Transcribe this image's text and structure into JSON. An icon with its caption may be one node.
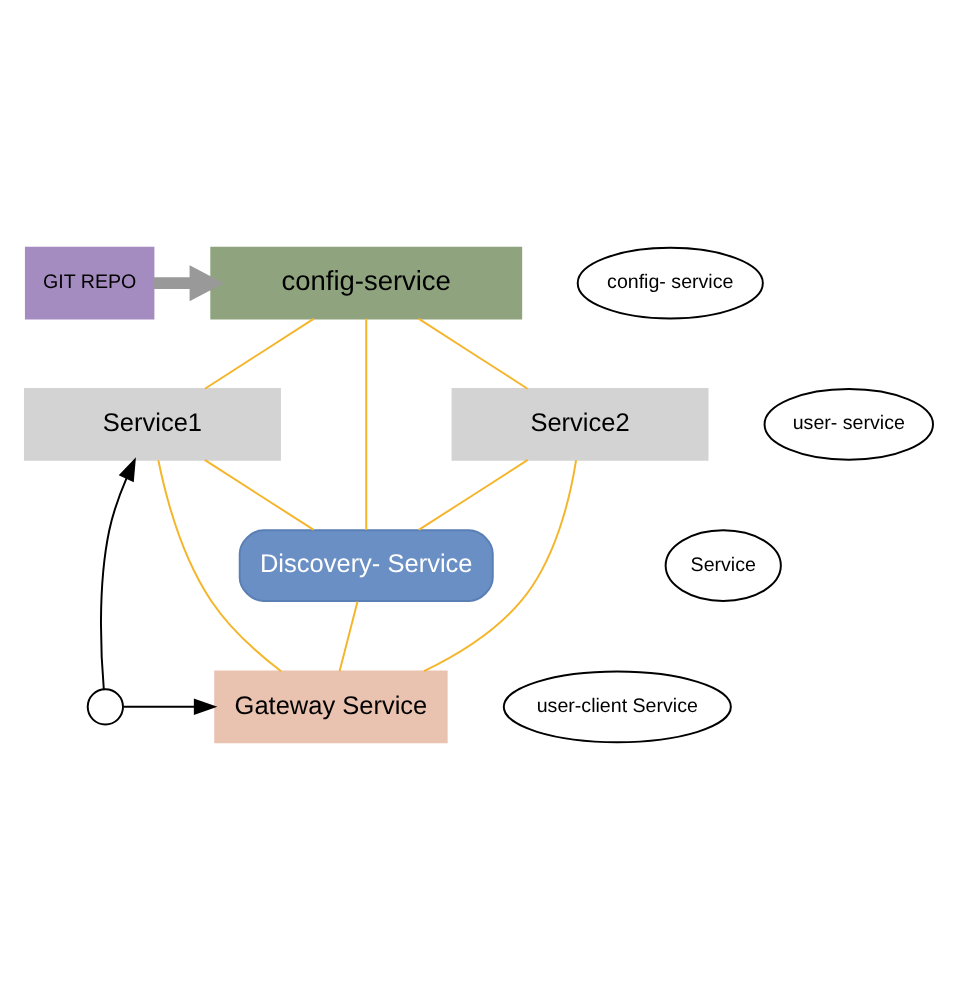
{
  "diagram": {
    "nodes": [
      {
        "text": [
          "GIT REPO"
        ]
      },
      {
        "text": [
          "config-service"
        ]
      },
      {
        "text": [
          "config- service"
        ]
      },
      {
        "text": [
          "Service1"
        ]
      },
      {
        "text": [
          "Service2"
        ]
      },
      {
        "text": [
          "user- service"
        ]
      },
      {
        "text": [
          "Discovery- Service"
        ]
      },
      {
        "text": [
          "Service"
        ]
      },
      {
        "text": [
          "Gateway Service"
        ]
      },
      {
        "text": [],
        "shape": "person"
      },
      {
        "text": [
          "user-client Service"
        ]
      }
    ],
    "edges": [
      {
        "from": 0,
        "to": 1,
        "arrow": "to",
        "style": "thick",
        "color": "#999999"
      },
      {
        "from": 1,
        "to": 3,
        "arrow": "none"
      },
      {
        "from": 1,
        "to": 6,
        "arrow": "none"
      },
      {
        "from": 1,
        "to": 4,
        "arrow": "none"
      },
      {
        "from": 3,
        "to": 6,
        "arrow": "none"
      },
      {
        "from": 3,
        "to": 8,
        "arrow": "none"
      },
      {
        "from": 4,
        "to": 6,
        "arrow": "none"
      },
      {
        "from": 4,
        "to": 8,
        "arrow": "none"
      },
      {
        "from": 6,
        "to": 8,
        "arrow": "none"
      },
      {
        "from": 9,
        "to": 3,
        "arrow": "to",
        "color": "#000000"
      },
      {
        "from": 9,
        "to": 8,
        "arrow": "to",
        "color": "#000000"
      }
    ]
  }
}
